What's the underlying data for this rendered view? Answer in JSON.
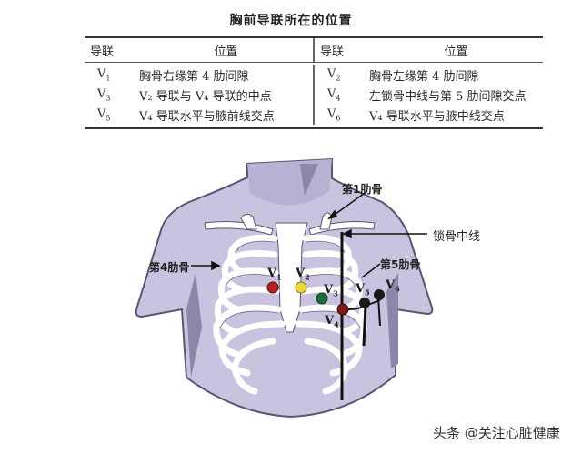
{
  "title": "胸前导联所在的位置",
  "table": {
    "headers": [
      "导联",
      "位置",
      "导联",
      "位置"
    ],
    "rows": [
      {
        "lead_a": "V",
        "lead_a_sub": "1",
        "pos_a": "胸骨右缘第 4 肋间隙",
        "lead_b": "V",
        "lead_b_sub": "2",
        "pos_b": "胸骨左缘第 4 肋间隙"
      },
      {
        "lead_a": "V",
        "lead_a_sub": "3",
        "pos_a": "V₂ 导联与 V₄ 导联的中点",
        "lead_b": "V",
        "lead_b_sub": "4",
        "pos_b": "左锁骨中线与第 5 肋间隙交点"
      },
      {
        "lead_a": "V",
        "lead_a_sub": "5",
        "pos_a": "V₄ 导联水平与腋前线交点",
        "lead_b": "V",
        "lead_b_sub": "6",
        "pos_b": "V₄ 导联水平与腋中线交点"
      }
    ]
  },
  "diagram": {
    "labels": {
      "rib1": "第1肋骨",
      "midclavicular": "锁骨中线",
      "rib4": "第4肋骨",
      "rib5": "第5肋骨"
    },
    "electrodes": [
      {
        "name": "V",
        "sub": "1",
        "color": "#b3201e"
      },
      {
        "name": "V",
        "sub": "2",
        "color": "#e8d83a"
      },
      {
        "name": "V",
        "sub": "3",
        "color": "#1e6b3a"
      },
      {
        "name": "V",
        "sub": "4",
        "color": "#7a1a1a"
      },
      {
        "name": "V",
        "sub": "5",
        "color": "#1a1a1a"
      },
      {
        "name": "V",
        "sub": "6",
        "color": "#1a1a1a"
      }
    ],
    "colors": {
      "skin": "#c9c3e0",
      "skin_dark": "#8d86a8",
      "bone": "#ffffff",
      "outline": "#5a5570"
    }
  },
  "watermark": "头条 @关注心脏健康"
}
